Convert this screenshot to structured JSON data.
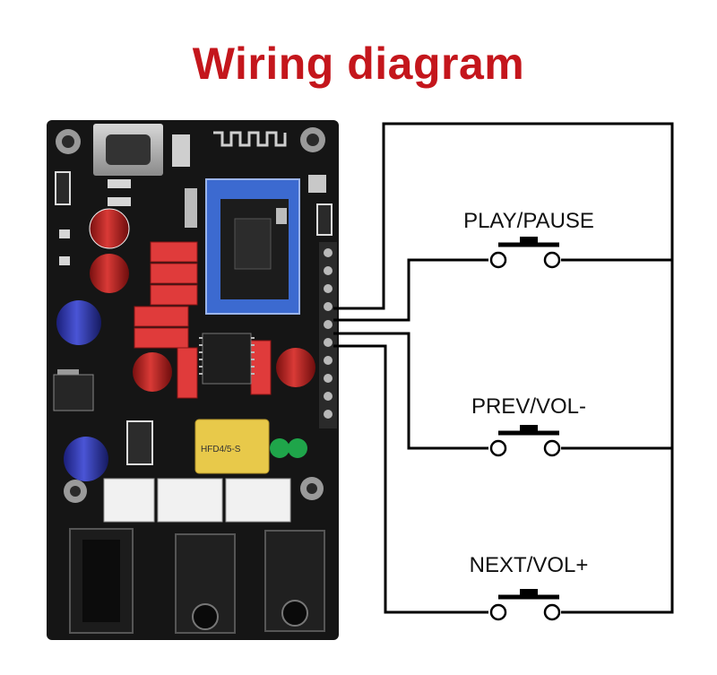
{
  "title": "Wiring diagram",
  "colors": {
    "title": "#c4161c",
    "board": "#141414",
    "wire": "#000000"
  },
  "buttons": [
    {
      "label": "PLAY/PAUSE"
    },
    {
      "label": "PREV/VOL-"
    },
    {
      "label": "NEXT/VOL+"
    }
  ],
  "board": {
    "relay_marking": "HFD4/5-S"
  }
}
